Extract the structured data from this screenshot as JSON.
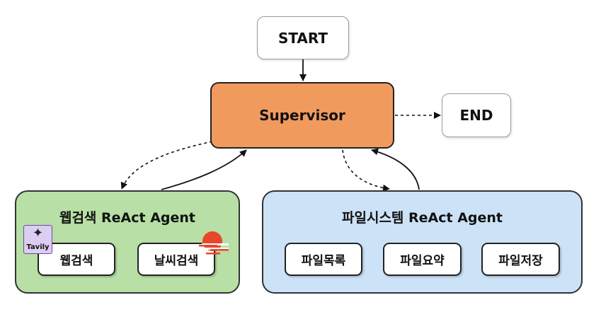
{
  "nodes": {
    "start": "START",
    "supervisor": "Supervisor",
    "end": "END"
  },
  "groups": {
    "web_search": {
      "title": "웹검색 ReAct Agent",
      "tools": [
        "웹검색",
        "날씨검색"
      ],
      "badge": "Tavily"
    },
    "file_system": {
      "title": "파일시스템 ReAct Agent",
      "tools": [
        "파일목록",
        "파일요약",
        "파일저장"
      ]
    }
  },
  "colors": {
    "supervisor_fill": "#f19a5e",
    "web_group_fill": "#b8dfa5",
    "file_group_fill": "#cce2f6",
    "tavily_badge": "#dccdf2",
    "weather_icon": "#e8472b"
  },
  "icons": [
    "tavily-logo-icon",
    "weather-sun-icon"
  ]
}
